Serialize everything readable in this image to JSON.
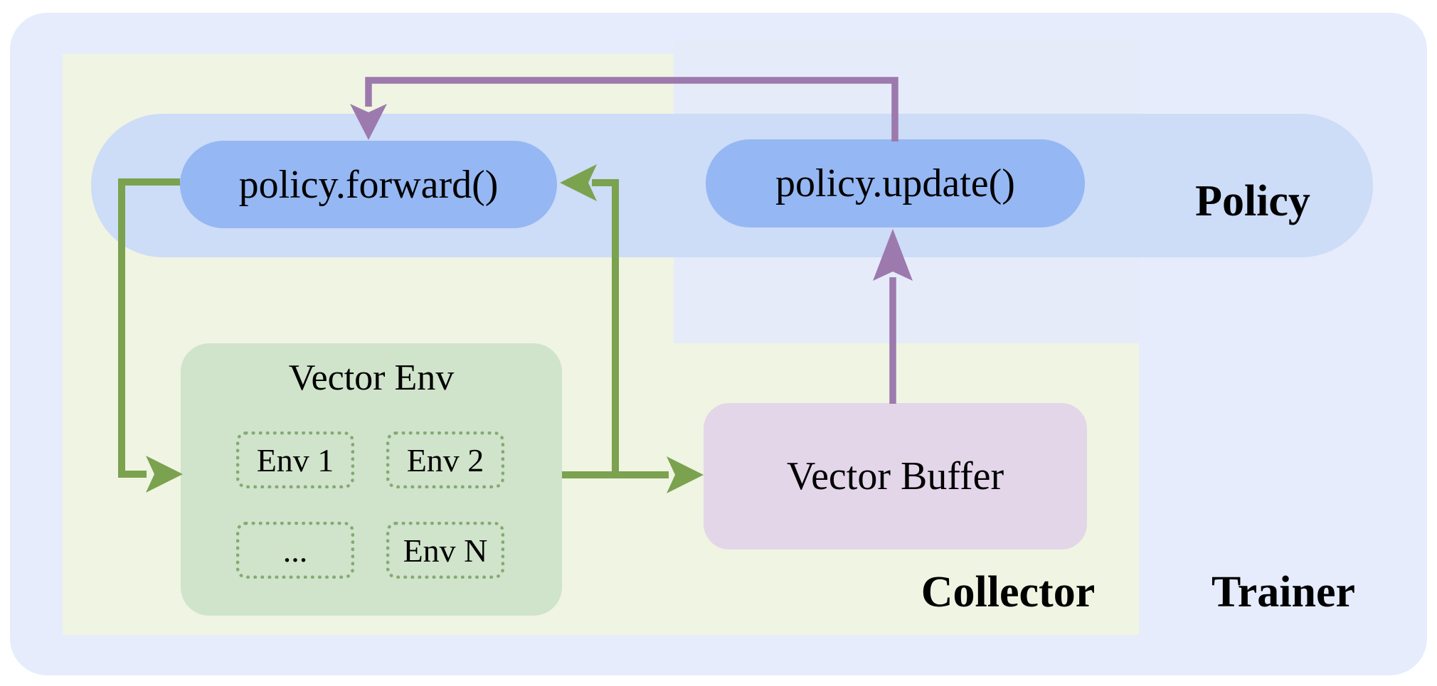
{
  "diagram": {
    "regions": {
      "trainer_label": "Trainer",
      "collector_label": "Collector",
      "policy_label": "Policy"
    },
    "nodes": {
      "policy_forward": "policy.forward()",
      "policy_update": "policy.update()",
      "vector_env_title": "Vector Env",
      "vector_buffer": "Vector Buffer",
      "envs": [
        "Env 1",
        "Env 2",
        "...",
        "Env N"
      ]
    },
    "colors": {
      "page_bg": "#ffffff",
      "text": "#000000",
      "trainer_bg": "#e6ecfb",
      "collector_bg": "#f0f4e2",
      "policy_column_bg": "#e6ebfa",
      "policy_band_bg": "#cddcf7",
      "pill_bg": "#95b7f3",
      "vector_env_bg": "#d0e3cb",
      "env_border": "#84ab70",
      "vector_buffer_bg": "#e3d6e9",
      "arrow_green": "#7ba24f",
      "arrow_purple": "#9c7aad"
    }
  }
}
